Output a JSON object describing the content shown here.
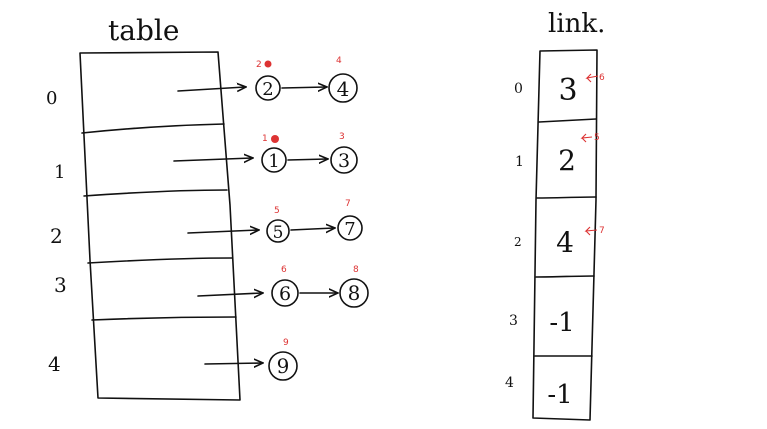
{
  "colors": {
    "ink": "#111111",
    "annotation": "#dd3333",
    "background": "#ffffff"
  },
  "table": {
    "title": "table",
    "rows": [
      {
        "index": "0",
        "chain": [
          "2",
          "4"
        ],
        "notes": [
          "2",
          "4"
        ]
      },
      {
        "index": "1",
        "chain": [
          "1",
          "3"
        ],
        "notes": [
          "1",
          "3"
        ]
      },
      {
        "index": "2",
        "chain": [
          "5",
          "7"
        ],
        "notes": [
          "5",
          "7"
        ]
      },
      {
        "index": "3",
        "chain": [
          "6",
          "8"
        ],
        "notes": [
          "6",
          "8"
        ]
      },
      {
        "index": "4",
        "chain": [
          "9"
        ],
        "notes": [
          "9"
        ]
      }
    ]
  },
  "link": {
    "title": "link.",
    "cells": [
      {
        "index": "0",
        "value": "3",
        "note": "6"
      },
      {
        "index": "1",
        "value": "2",
        "note": "5"
      },
      {
        "index": "2",
        "value": "4",
        "note": "7"
      },
      {
        "index": "3",
        "value": "-1",
        "note": ""
      },
      {
        "index": "4",
        "value": "-1",
        "note": ""
      }
    ]
  }
}
